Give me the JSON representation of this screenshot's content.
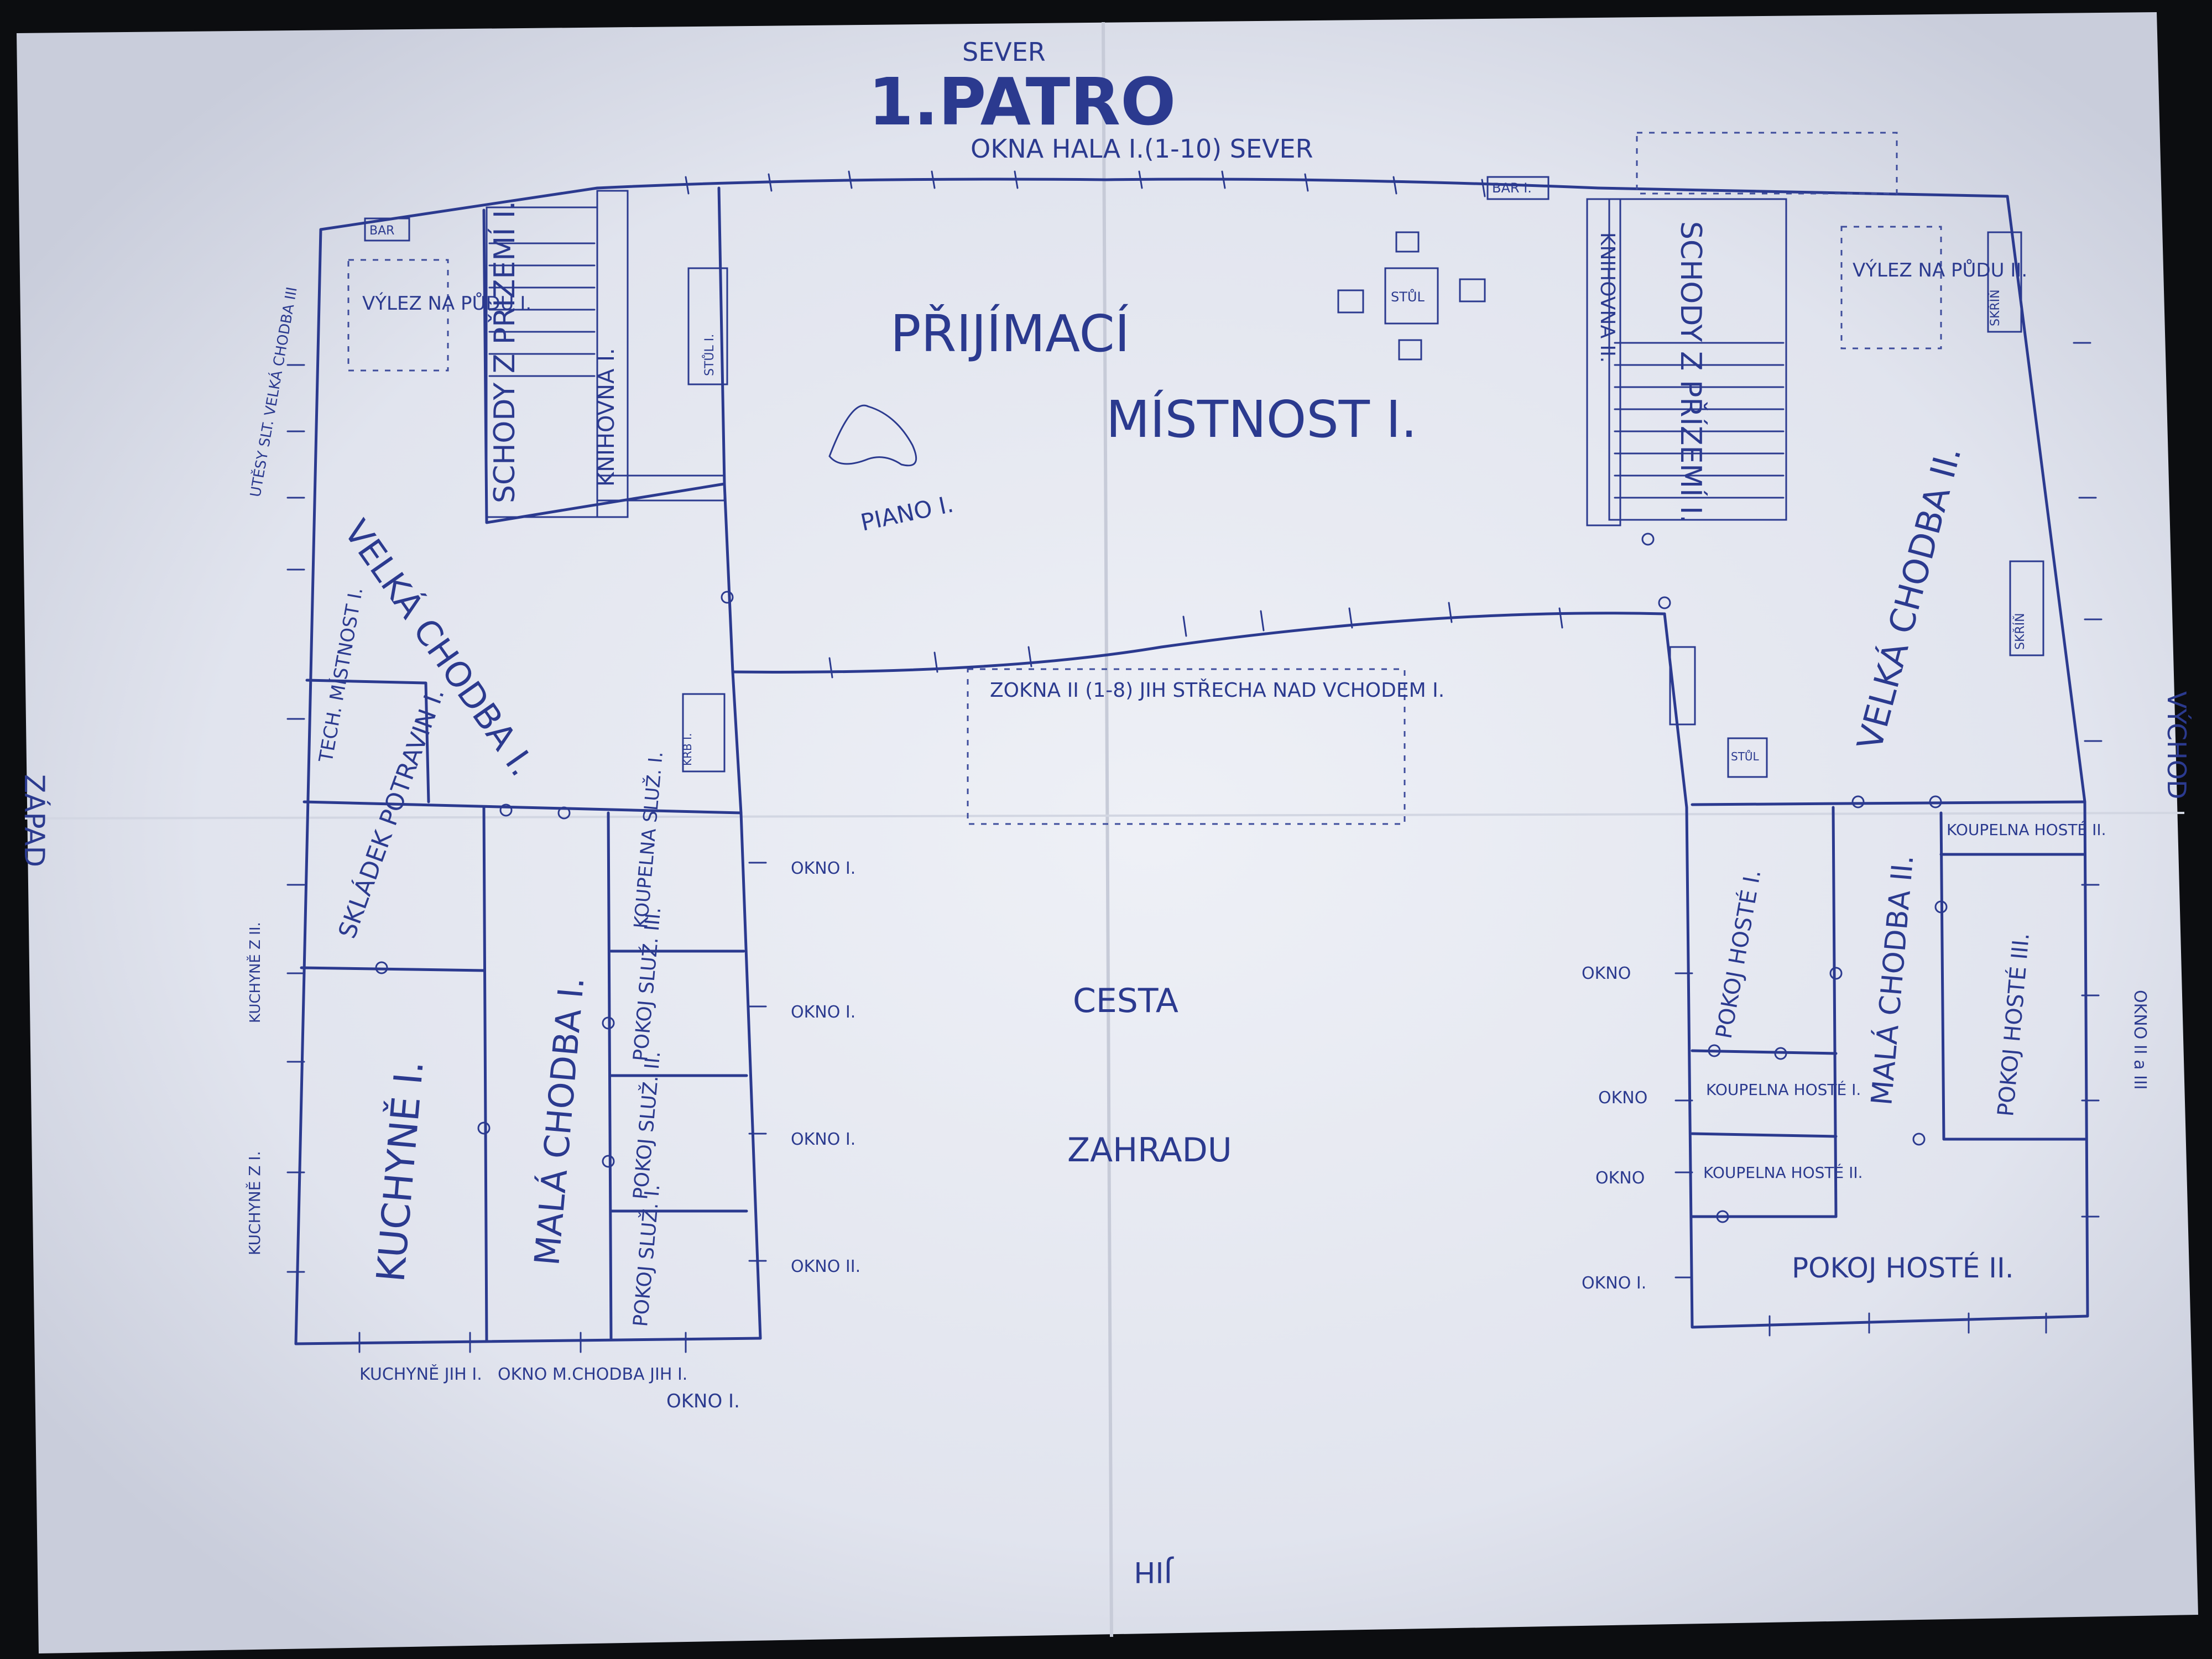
{
  "colors": {
    "ink": "#2b3a8f",
    "paper": "#e6e8f0",
    "background": "#0c0d10"
  },
  "heading": {
    "compass_north": "SEVER",
    "title": "1.PATRO"
  },
  "compass": {
    "west": "ZÁPAD",
    "east": "VÝCHOD",
    "south": "JIH"
  },
  "windows_north": "OKNA HALA I.(1-10) SEVER",
  "rooms": {
    "reception_line1": "PŘIJÍMACÍ",
    "reception_line2": "MÍSTNOST I.",
    "piano": "PIANO I.",
    "stairs_left": "SCHODY Z PŘÍZEMÍ I.",
    "library": "KNIHOVNA I.",
    "stairs_right": "SCHODY Z PŘÍZEMÍ I.",
    "library_right": "KNIHOVNA II.",
    "attic_exit_left": "VÝLEZ NA PŮDU I.",
    "attic_exit_right": "VÝLEZ NA PŮDU II.",
    "big_corridor_left": "VELKÁ CHODBA I.",
    "big_corridor_right": "VELKÁ CHODBA II.",
    "tech_room": "TECH. MÍSTNOST I.",
    "pantry": "SKLÁDEK POTRAVIN I.",
    "kitchen": "KUCHYNĚ I.",
    "small_corridor_left": "MALÁ CHODBA I.",
    "bath_servant": "KOUPELNA SLUŽ. I.",
    "room_servant_3": "POKOJ SLUŽ. III.",
    "room_servant_2": "POKOJ SLUŽ. II.",
    "room_servant_1": "POKOJ SLUŽ. I.",
    "room_guest_1": "POKOJ HOSTÉ I.",
    "small_corridor_right": "MALÁ CHODBA II.",
    "bath_guest_2": "KOUPELNA HOSTÉ II.",
    "room_guest_3": "POKOJ HOSTÉ III.",
    "bath_guest_1": "KOUPELNA HOSTÉ I.",
    "bath_guest_2b": "KOUPELNA HOSTÉ II.",
    "room_guest_2": "POKOJ HOSTÉ II.",
    "roof": "ZOKNA II (1-8) JIH STŘECHA NAD VCHODEM I.",
    "road_line1": "CESTA",
    "road_line2": "ZAHRADU",
    "mark_bar": "BAR",
    "mark_bar_1": "BAR I.",
    "mark_table": "STŮL",
    "mark_table_1": "STŮL I.",
    "mark_fireplace": "KRB I.",
    "mark_cabinet": "SKŘÍŇ"
  },
  "windows": {
    "kitchen_south": "KUCHYNĚ JIH I.",
    "corridor_south": "OKNO M.CHODBA JIH I.",
    "okno_i": "OKNO I.",
    "okno_ii": "OKNO II.",
    "okno": "OKNO",
    "okno_i_ii_iii": "OKNO II a III",
    "west_upper": "UTĚSY SLT. VELKÁ CHODBA III",
    "west_kitchen": "KUCHYNĚ Z I.",
    "kitchen_west2": "KUCHYNĚ Z II."
  }
}
